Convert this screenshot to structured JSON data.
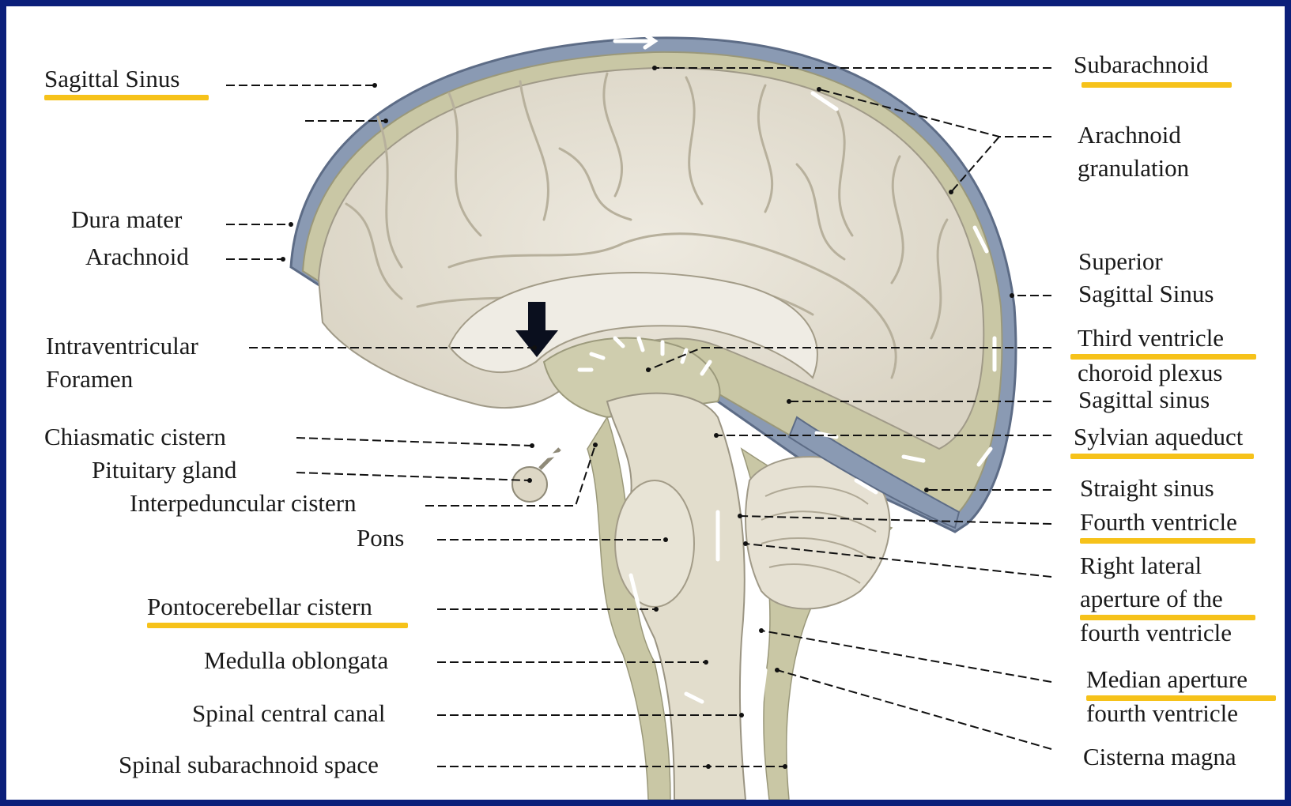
{
  "labels": {
    "sagittal_sinus_top": "Sagittal Sinus",
    "dura_mater": "Dura mater",
    "arachnoid": "Arachnoid",
    "intraventricular_line1": "Intraventricular",
    "intraventricular_line2": "Foramen",
    "chiasmatic_cistern": "Chiasmatic cistern",
    "pituitary_gland": "Pituitary gland",
    "interpeduncular_cistern": "Interpeduncular cistern",
    "pons": "Pons",
    "pontocerebellar_cistern": "Pontocerebellar cistern",
    "medulla_oblongata": "Medulla oblongata",
    "spinal_central_canal": "Spinal central canal",
    "spinal_subarachnoid_space": "Spinal subarachnoid space",
    "subarachnoid": "Subarachnoid",
    "arachnoid_granulation_line1": "Arachnoid",
    "arachnoid_granulation_line2": "granulation",
    "superior_sagittal_line1": "Superior",
    "superior_sagittal_line2": "Sagittal Sinus",
    "third_ventricle": "Third ventricle",
    "choroid_plexus": "choroid plexus",
    "sagittal_sinus_right": "Sagittal sinus",
    "sylvian_aqueduct": "Sylvian aqueduct",
    "straight_sinus": "Straight sinus",
    "fourth_ventricle": "Fourth ventricle",
    "right_lateral_line1": "Right lateral",
    "right_lateral_line2": "aperture of the",
    "right_lateral_line3": "fourth ventricle",
    "median_aperture_line1": "Median aperture",
    "median_aperture_line2": "fourth ventricle",
    "cisterna_magna": "Cisterna magna"
  },
  "colors": {
    "frame": "#0b1f7a",
    "highlight_underline": "#f6c21a",
    "dura_blue": "#7d8ea8",
    "csf_olive": "#c8c6a4",
    "brain_tissue": "#e6e1d4",
    "brainstem": "#ddd8c6",
    "arrow": "#0a0f1e"
  },
  "icons": [
    "flow-arrow-icon",
    "down-arrow-icon"
  ]
}
